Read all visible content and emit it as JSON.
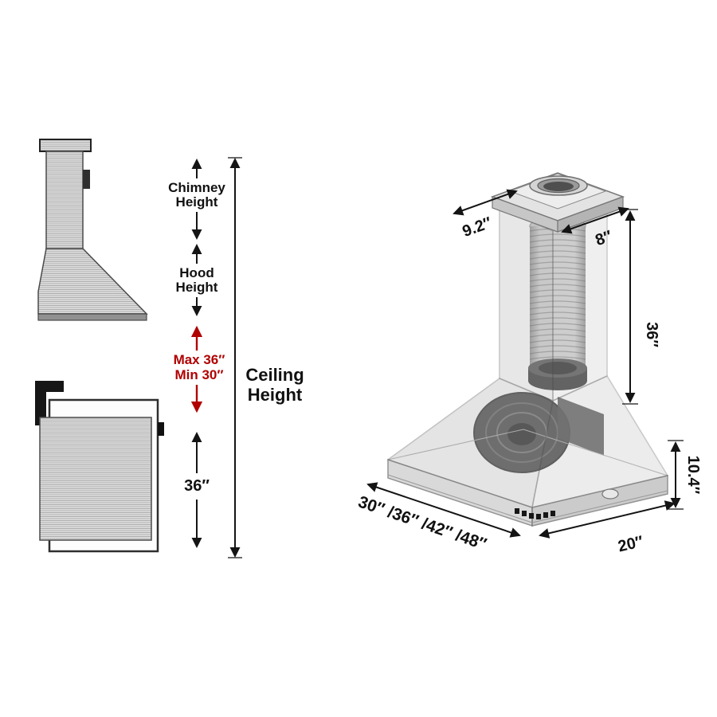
{
  "page": {
    "background": "#ffffff",
    "accent_red": "#b00000",
    "line_color": "#141414"
  },
  "side_view": {
    "dim_column": {
      "chimney": [
        "Chimney",
        "Height"
      ],
      "hood": [
        "Hood",
        "Height"
      ],
      "max_label": "Max 36″",
      "min_label": "Min 30″",
      "span_36": "36″",
      "ceiling": [
        "Ceiling",
        "Height"
      ]
    }
  },
  "iso_view": {
    "dims": {
      "top_depth": "9.2″",
      "top_width": "8″",
      "chimney_height": "36″",
      "hood_height": "10.4″",
      "base_depth": "20″",
      "width_options": "30″ /36″ /42″ /48″"
    }
  }
}
